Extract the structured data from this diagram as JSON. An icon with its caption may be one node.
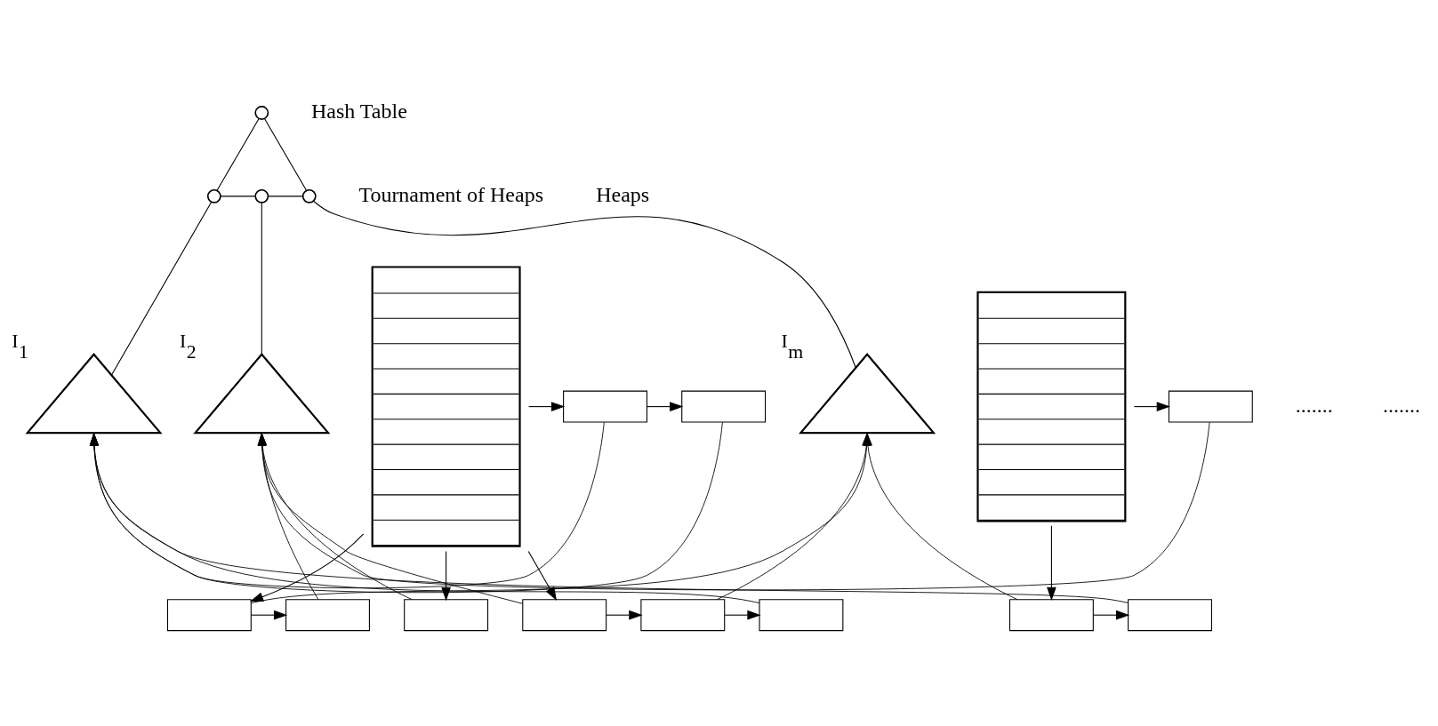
{
  "diagram": {
    "nodes": [
      {
        "text": [],
        "shape": "circle"
      },
      {
        "text": [],
        "shape": "circle"
      },
      {
        "text": [],
        "shape": "circle"
      },
      {
        "text": [],
        "shape": "circle"
      },
      {
        "text": [],
        "shape": "triangle",
        "beside": [
          "I$_{1}$"
        ]
      },
      {
        "text": [],
        "shape": "triangle",
        "beside": [
          "I$_{2}$"
        ]
      },
      {
        "text": [],
        "shape": "triangle",
        "beside": [
          "I$_{m}$"
        ]
      },
      {
        "text": [],
        "shape": "table"
      },
      {
        "text": [],
        "shape": "box"
      },
      {
        "text": [],
        "shape": "box"
      },
      {
        "text": [],
        "shape": "box"
      },
      {
        "text": [],
        "shape": "box"
      },
      {
        "text": [],
        "shape": "box"
      },
      {
        "text": [],
        "shape": "box"
      },
      {
        "text": [],
        "shape": "box"
      },
      {
        "text": [],
        "shape": "box"
      },
      {
        "text": [],
        "shape": "table"
      },
      {
        "text": [],
        "shape": "box"
      },
      {
        "text": [],
        "shape": "box"
      },
      {
        "text": [],
        "shape": "box"
      }
    ],
    "edges": [
      {
        "from": 0,
        "to": 1,
        "arrow": "none"
      },
      {
        "from": 0,
        "to": 3,
        "arrow": "none"
      },
      {
        "from": 1,
        "to": 2,
        "arrow": "none"
      },
      {
        "from": 2,
        "to": 3,
        "arrow": "none"
      },
      {
        "from": 1,
        "to": 4,
        "arrow": "none"
      },
      {
        "from": 2,
        "to": 5,
        "arrow": "none"
      },
      {
        "from": 3,
        "to": 6,
        "arrow": "none"
      },
      {
        "from": 7,
        "to": 8,
        "arrow": "to"
      },
      {
        "from": 8,
        "to": 9,
        "arrow": "to"
      },
      {
        "from": 7,
        "to": 10,
        "arrow": "to"
      },
      {
        "from": 7,
        "to": 11,
        "arrow": "to"
      },
      {
        "from": 11,
        "to": 12,
        "arrow": "to"
      },
      {
        "from": 12,
        "to": 13,
        "arrow": "to"
      },
      {
        "from": 7,
        "to": 14,
        "arrow": "to"
      },
      {
        "from": 14,
        "to": 15,
        "arrow": "to"
      },
      {
        "from": 16,
        "to": 17,
        "arrow": "to"
      },
      {
        "from": 16,
        "to": 18,
        "arrow": "to"
      },
      {
        "from": 18,
        "to": 19,
        "arrow": "to"
      },
      {
        "from": 8,
        "to": 4,
        "arrow": "to"
      },
      {
        "from": 9,
        "to": 4,
        "arrow": "to"
      },
      {
        "from": 13,
        "to": 4,
        "arrow": "to"
      },
      {
        "from": 10,
        "to": 5,
        "arrow": "to"
      },
      {
        "from": 11,
        "to": 5,
        "arrow": "to"
      },
      {
        "from": 12,
        "to": 6,
        "arrow": "to"
      },
      {
        "from": 14,
        "to": 6,
        "arrow": "to"
      },
      {
        "from": 15,
        "to": 5,
        "arrow": "to"
      },
      {
        "from": 17,
        "to": 5,
        "arrow": "to"
      },
      {
        "from": 18,
        "to": 6,
        "arrow": "to"
      },
      {
        "from": 19,
        "to": 4,
        "arrow": "to"
      }
    ],
    "labels": [
      "Hash Table",
      "Tournament of Heaps",
      ".......",
      "Heaps",
      "......."
    ]
  }
}
